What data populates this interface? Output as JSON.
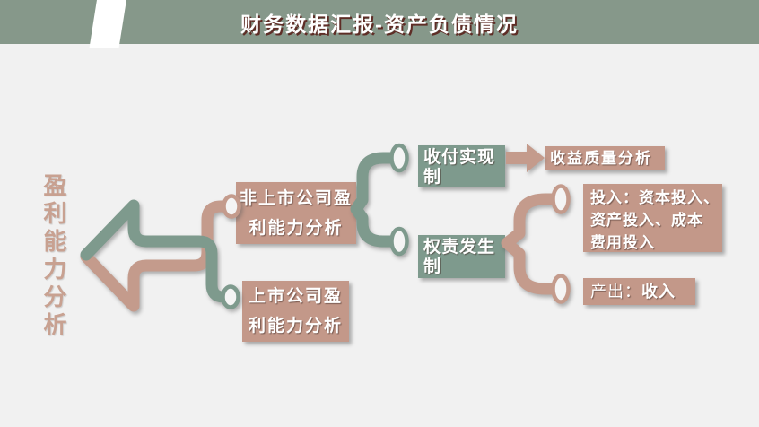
{
  "title": {
    "text": "财务数据汇报-资产负债情况"
  },
  "side_label": {
    "text": "盈利能力分析"
  },
  "colors": {
    "header_green": "#86988a",
    "box_green": "#7e9a8d",
    "box_salmon": "#c39889",
    "background": "#f1f1f1",
    "title_text": "#ffffff",
    "title_shadow": "#5e2d26",
    "side_label_text": "#c8a191"
  },
  "nodes": {
    "nonlisted": {
      "lines": [
        "非上市公司盈",
        "利能力分析"
      ]
    },
    "listed": {
      "lines": [
        "上市公司盈",
        "利能力分析"
      ]
    },
    "cash": {
      "lines": [
        "收付实现",
        "制"
      ]
    },
    "accrual": {
      "lines": [
        "权责发生",
        "制"
      ]
    },
    "quality": {
      "text": "收益质量分析"
    },
    "input": {
      "lines": [
        "投入：资本投入、",
        "资产投入、成本",
        "费用投入"
      ]
    },
    "output": {
      "prefix": "产出：",
      "value": "收入"
    }
  }
}
